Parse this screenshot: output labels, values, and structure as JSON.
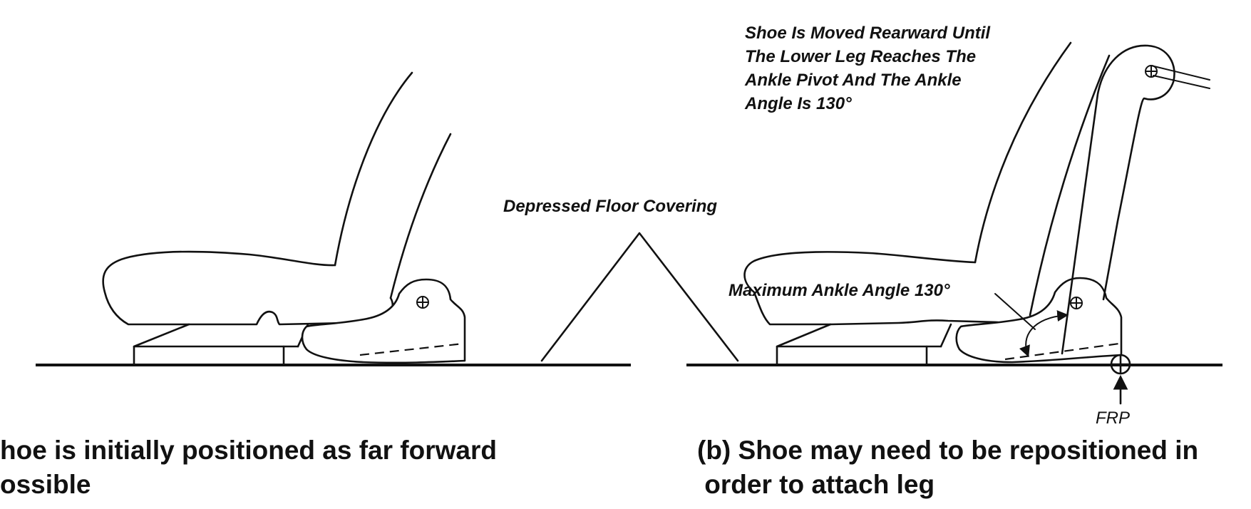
{
  "annotations": {
    "shoe_moved": [
      "Shoe Is Moved Rearward Until",
      "The Lower Leg Reaches The",
      "Ankle Pivot And The Ankle",
      "Angle Is 130°"
    ],
    "depressed_floor": "Depressed Floor Covering",
    "max_ankle_angle": "Maximum Ankle Angle 130°",
    "frp": "FRP"
  },
  "captions": {
    "left": [
      "hoe is initially positioned as far forward",
      "ossible"
    ],
    "right": [
      "(b) Shoe may need to be repositioned in",
      " order to attach leg"
    ]
  },
  "icons": [
    "pivot-crosshair-icon",
    "frp-crosshair-icon",
    "arrow-icon"
  ]
}
